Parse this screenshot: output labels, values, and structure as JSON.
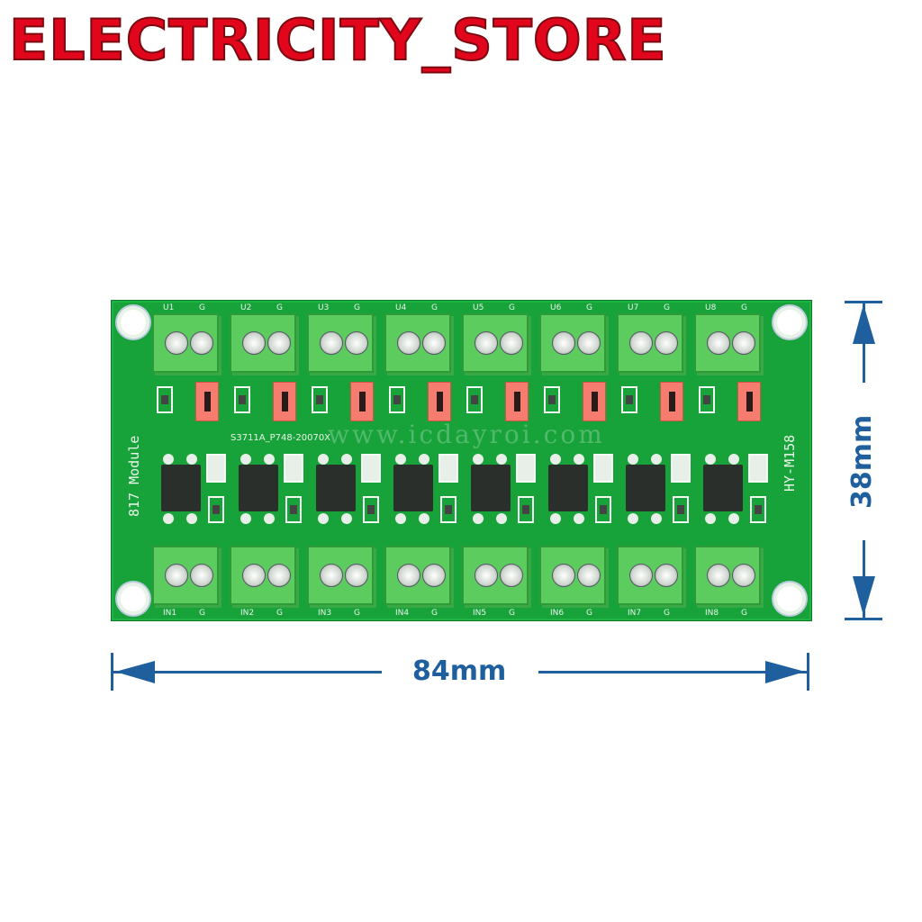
{
  "logo": {
    "text": "ELECTRICITY_STORE",
    "color": "#e2061d"
  },
  "board": {
    "module_label": "817 Module",
    "model_label": "HY-M158",
    "pcb_code": "S3711A_P748-20070X",
    "watermark": "www.icdayroi.com",
    "channels": [
      {
        "out": "U1",
        "in": "IN1",
        "gnd": "G"
      },
      {
        "out": "U2",
        "in": "IN2",
        "gnd": "G"
      },
      {
        "out": "U3",
        "in": "IN3",
        "gnd": "G"
      },
      {
        "out": "U4",
        "in": "IN4",
        "gnd": "G"
      },
      {
        "out": "U5",
        "in": "IN5",
        "gnd": "G"
      },
      {
        "out": "U6",
        "in": "IN6",
        "gnd": "G"
      },
      {
        "out": "U7",
        "in": "IN7",
        "gnd": "G"
      },
      {
        "out": "U8",
        "in": "IN8",
        "gnd": "G"
      }
    ]
  },
  "dimensions": {
    "width": "84mm",
    "height": "38mm",
    "color": "#1f5f9e"
  }
}
